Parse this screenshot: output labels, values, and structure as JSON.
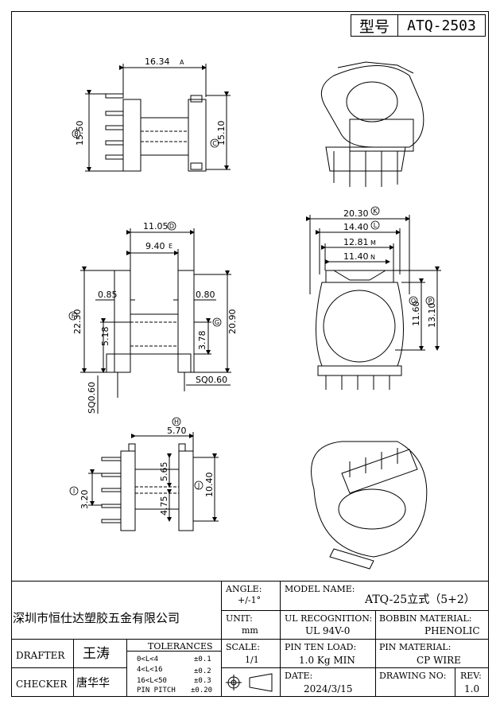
{
  "header": {
    "model_label": "型号",
    "model_value": "ATQ-2503"
  },
  "views": {
    "top_left": {
      "width": "16.34",
      "width_tag": "A",
      "height_b": "15.50",
      "height_c": "15.10"
    },
    "middle_left": {
      "inner_d": "11.05",
      "inner_e": "9.40",
      "wall_left": "0.85",
      "wall_right": "0.80",
      "total_f": "22.30",
      "total_g": "20.90",
      "pin_len": "5.18",
      "pin_len_right": "3.78",
      "pin_sq_left": "SQ0.60",
      "pin_sq_right": "SQ0.60"
    },
    "bottom_left": {
      "depth_h": "5.70",
      "gap_top": "5.65",
      "gap_bottom": "4.75",
      "pitch_i": "3.20",
      "height_j": "10.40"
    },
    "front_right": {
      "k": "20.30",
      "l": "14.40",
      "m": "12.81",
      "m_tag": "M",
      "n": "11.40",
      "n_tag": "N",
      "window_o": "11.60",
      "window_p": "13.10"
    },
    "circle_tags": [
      "A",
      "B",
      "C",
      "D",
      "E",
      "F",
      "G",
      "H",
      "I",
      "J",
      "K",
      "L",
      "O",
      "P"
    ]
  },
  "title_block": {
    "company": "深圳市恒仕达塑胶五金有限公司",
    "angle_label": "ANGLE:",
    "angle_value": "+/-1°",
    "model_name_label": "MODEL NAME:",
    "model_name_value": "ATQ-25立式（5+2）",
    "unit_label": "UNIT:",
    "unit_value": "mm",
    "ul_label": "UL RECOGNITION:",
    "ul_value": "UL 94V-0",
    "bobbin_label": "BOBBIN MATERIAL:",
    "bobbin_value": "PHENOLIC",
    "drafter_label": "DRAFTER",
    "drafter_value": "王涛",
    "tolerances_label": "TOLERANCES",
    "tolerances": [
      {
        "range": "0<L<4",
        "value": "±0.1"
      },
      {
        "range": "4<L<16",
        "value": "±0.2"
      },
      {
        "range": "16<L<50",
        "value": "±0.3"
      },
      {
        "range": "PIN PITCH",
        "value": "±0.20"
      }
    ],
    "scale_label": "SCALE:",
    "scale_value": "1/1",
    "pin_load_label": "PIN TEN LOAD:",
    "pin_load_value": "1.0 Kg MIN",
    "pin_material_label": "PIN MATERIAL:",
    "pin_material_value": "CP WIRE",
    "checker_label": "CHECKER",
    "checker_value": "唐华华",
    "date_label": "DATE:",
    "date_value": "2024/3/15",
    "drawing_no_label": "DRAWING NO:",
    "rev_label": "REV:",
    "rev_value": "1.0"
  }
}
